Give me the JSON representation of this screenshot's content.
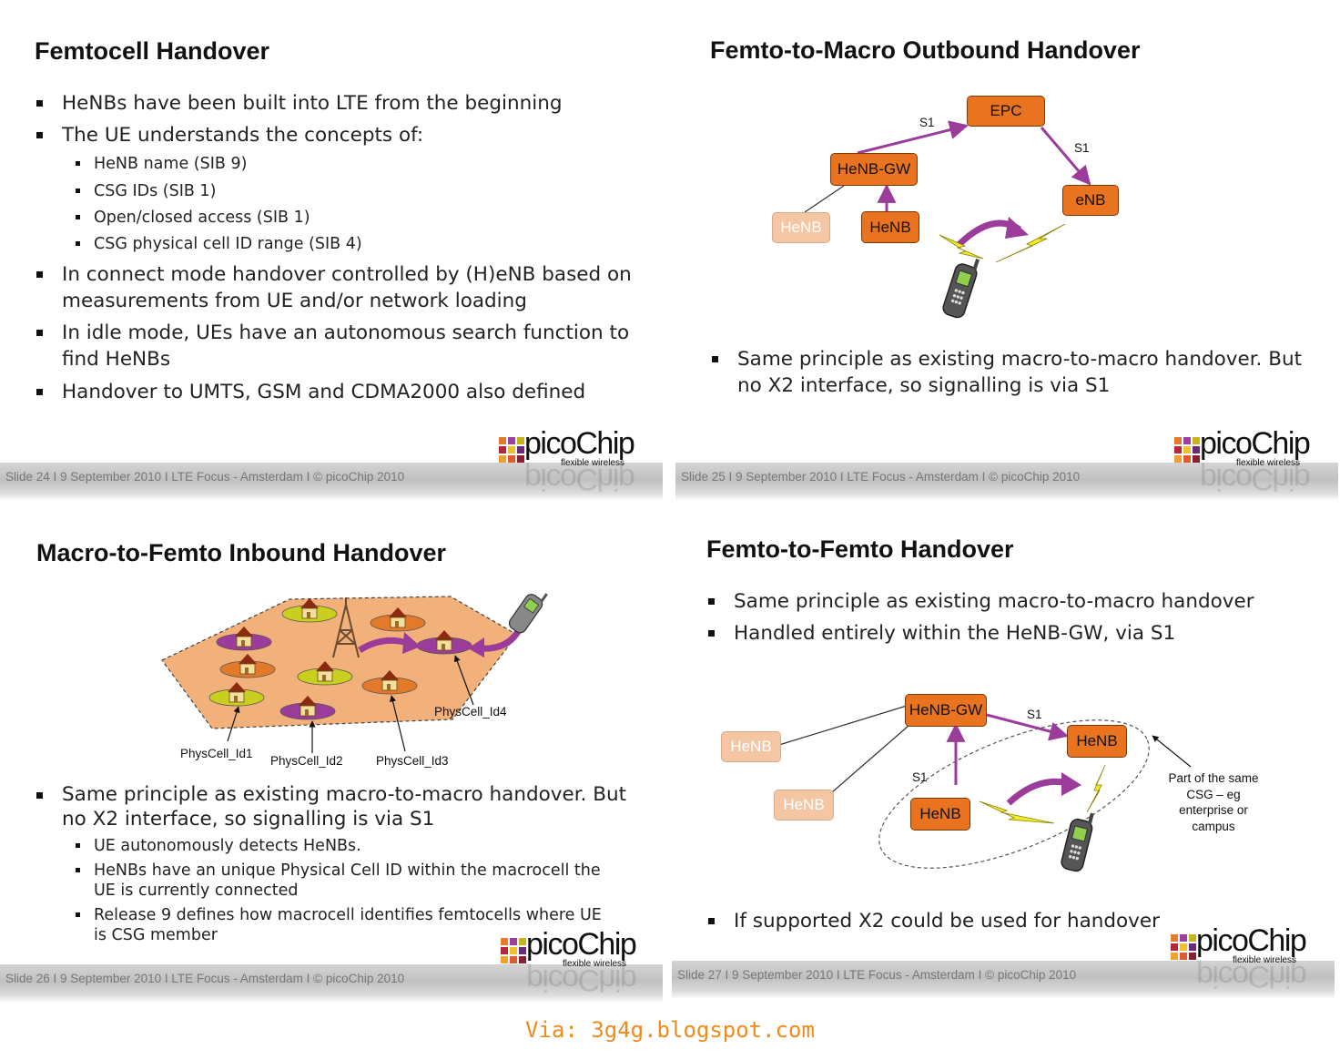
{
  "slides": {
    "s24": {
      "title": "Femtocell Handover",
      "bullets": {
        "b1": "HeNBs have been built into LTE from the beginning",
        "b2": "The UE understands the concepts of:",
        "b3l1": "In connect mode handover controlled by (H)eNB based on",
        "b3l2": "measurements from UE and/or network loading",
        "b4l1": "In idle mode, UEs have an autonomous search function to",
        "b4l2": "find HeNBs",
        "b5": "Handover to UMTS, GSM and CDMA2000 also defined"
      },
      "subs": [
        "HeNB name (SIB 9)",
        "CSG IDs (SIB 1)",
        "Open/closed access (SIB 1)",
        "CSG physical cell ID range (SIB 4)"
      ],
      "footer": "Slide 24  I  9 September 2010  I  LTE Focus - Amsterdam  I  © picoChip 2010"
    },
    "s25": {
      "title": "Femto-to-Macro Outbound Handover",
      "nodes": {
        "epc": "EPC",
        "henbgw": "HeNB-GW",
        "enb": "eNB",
        "henb1": "HeNB",
        "henb2": "HeNB"
      },
      "s1a": "S1",
      "s1b": "S1",
      "bullet_l1": "Same principle as existing macro-to-macro handover. But",
      "bullet_l2": "no X2 interface, so signalling is via S1",
      "footer": "Slide 25  I  9 September 2010  I  LTE Focus - Amsterdam  I  © picoChip 2010"
    },
    "s26": {
      "title": "Macro-to-Femto Inbound Handover",
      "labels": {
        "p1": "PhysCell_Id1",
        "p2": "PhysCell_Id2",
        "p3": "PhysCell_Id3",
        "p4": "PhysCell_Id4"
      },
      "bullet_l1": "Same principle as existing macro-to-macro handover. But",
      "bullet_l2": "no X2 interface, so signalling is via S1",
      "subs": {
        "a": "UE autonomously detects HeNBs.",
        "b1": "HeNBs have an unique Physical Cell ID within the macrocell the",
        "b2": "UE is currently connected",
        "c1": "Release 9 defines how macrocell identifies femtocells where UE",
        "c2": "is CSG member"
      },
      "footer": "Slide 26  I  9 September 2010  I  LTE Focus - Amsterdam  I  © picoChip 2010"
    },
    "s27": {
      "title": "Femto-to-Femto Handover",
      "bullets": {
        "b1": "Same principle as existing macro-to-macro handover",
        "b2": "Handled entirely within the HeNB-GW, via S1",
        "b3": "If supported X2 could be used for handover"
      },
      "nodes": {
        "henbgw": "HeNB-GW",
        "henb_target": "HeNB",
        "henb_source": "HeNB",
        "henb_f1": "HeNB",
        "henb_f2": "HeNB"
      },
      "s1a": "S1",
      "s1b": "S1",
      "note": {
        "l1": "Part of the same",
        "l2": "CSG – eg",
        "l3": "enterprise or",
        "l4": "campus"
      },
      "footer": "Slide 27  I  9 September 2010  I  LTE Focus - Amsterdam  I  © picoChip 2010"
    }
  },
  "logo": {
    "word": "picoChip",
    "tagline": "flexible wireless"
  },
  "via": "Via: 3g4g.blogspot.com",
  "colors": {
    "node": "#e9731f",
    "link": "#9b3c9b",
    "via": "#ef8a1c"
  },
  "icons": [
    "mobile-phone-icon",
    "lightning-icon",
    "house-icon",
    "radio-tower-icon",
    "handover-arrow-icon"
  ]
}
